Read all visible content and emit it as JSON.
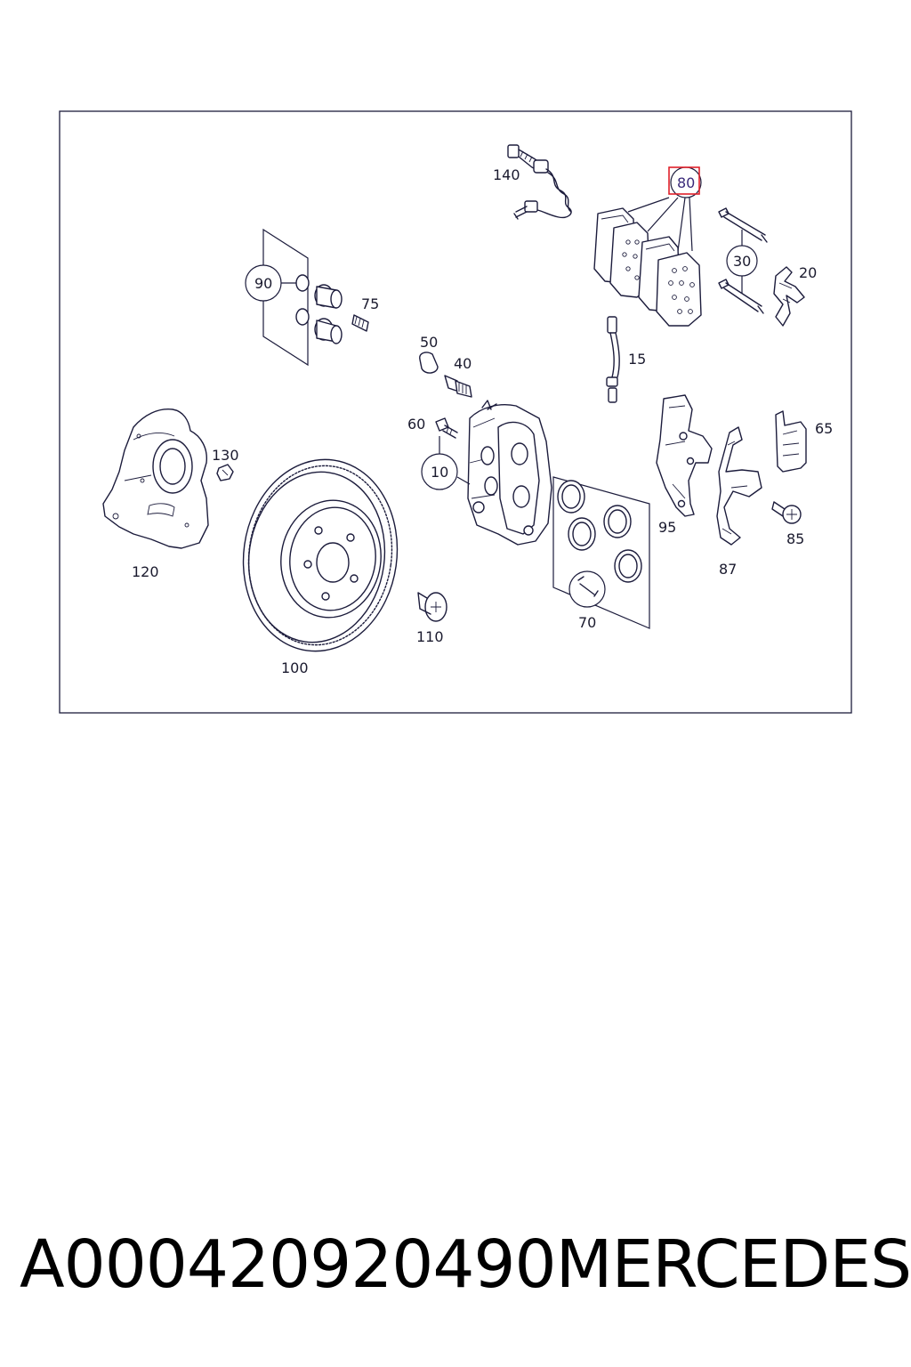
{
  "diagram": {
    "highlight_color": "#e0202a",
    "callouts": {
      "c140": "140",
      "c80": "80",
      "c30": "30",
      "c20": "20",
      "c90": "90",
      "c75": "75",
      "c50": "50",
      "c40": "40",
      "c15": "15",
      "c60": "60",
      "c65": "65",
      "c130": "130",
      "c10": "10",
      "c95": "95",
      "c85": "85",
      "c120": "120",
      "c87": "87",
      "c70": "70",
      "c110": "110",
      "c100": "100"
    }
  },
  "footer": {
    "part_number": "A000420920490",
    "brand": "MERCEDES"
  }
}
